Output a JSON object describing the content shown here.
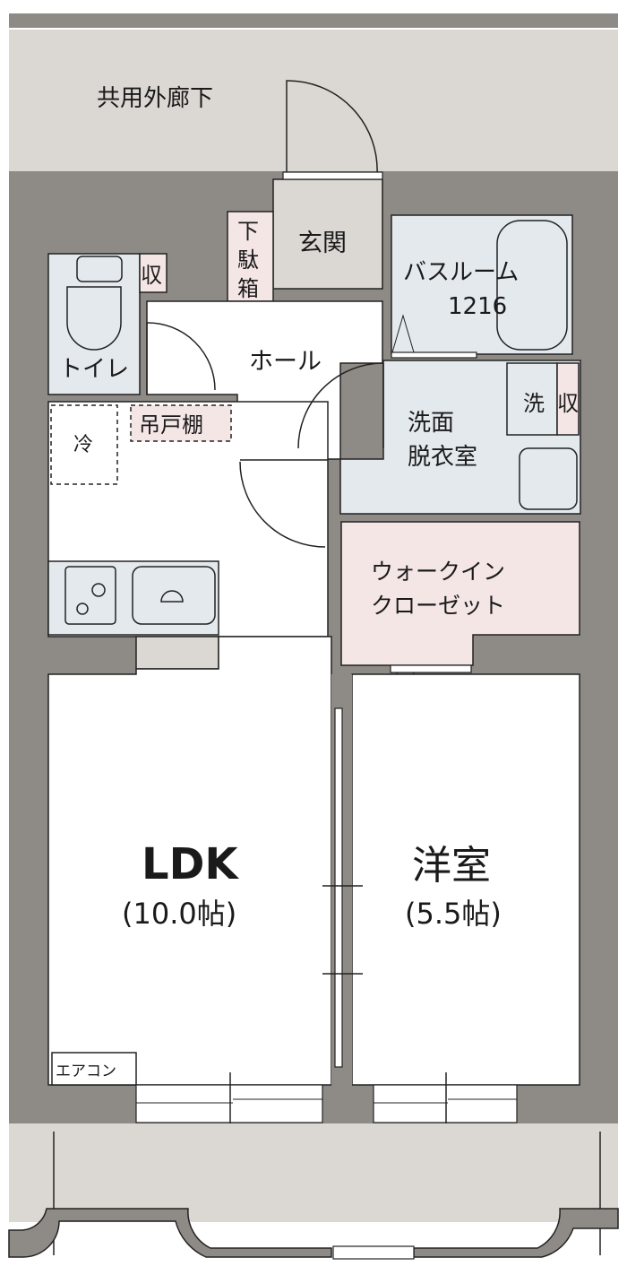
{
  "plan": {
    "corridor": "共用外廊下",
    "entrance": "玄関",
    "shoe_box": [
      "下",
      "駄",
      "箱"
    ],
    "toilet": "トイレ",
    "toilet_storage": "収",
    "hall": "ホール",
    "bathroom": "バスルーム",
    "bathroom_size": "1216",
    "washroom_line1": "洗面",
    "washroom_line2": "脱衣室",
    "washer": "洗",
    "wash_storage": "収",
    "fridge": "冷",
    "hanging_cabinet": "吊戸棚",
    "wic_line1": "ウォークイン",
    "wic_line2": "クローゼット",
    "ldk_name": "LDK",
    "ldk_size": "(10.0帖)",
    "western_name": "洋室",
    "western_size": "(5.5帖)",
    "aircon": "エアコン"
  },
  "colors": {
    "wall": "#8e8a86",
    "common_area": "#dbd8d3",
    "wet_area": "#e4e9ee",
    "storage": "#f5e6e6"
  }
}
